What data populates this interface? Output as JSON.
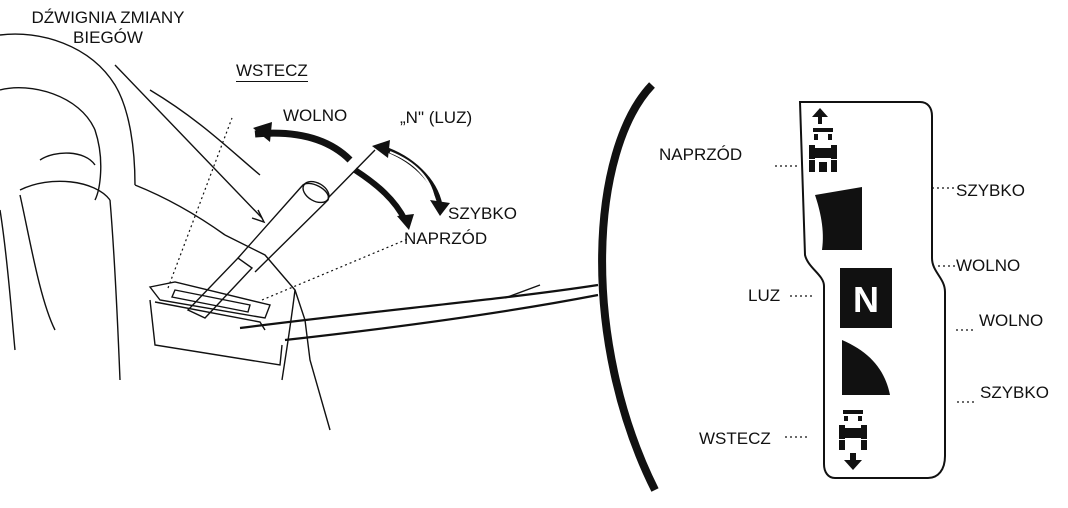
{
  "labels": {
    "shift_lever": "DŹWIGNIA ZMIANY\nBIEGÓW",
    "reverse_top": "WSTECZ",
    "slow_left": "WOLNO",
    "neutral_top": "„N\" (LUZ)",
    "fast_left": "SZYBKO",
    "forward_left": "NAPRZÓD",
    "panel_forward": "NAPRZÓD",
    "panel_fast_1": "SZYBKO",
    "panel_slow_1": "WOLNO",
    "panel_neutral": "LUZ",
    "panel_slow_2": "WOLNO",
    "panel_fast_2": "SZYBKO",
    "panel_reverse": "WSTECZ",
    "panel_n_letter": "N"
  },
  "colors": {
    "ink": "#111111",
    "background": "#ffffff"
  }
}
